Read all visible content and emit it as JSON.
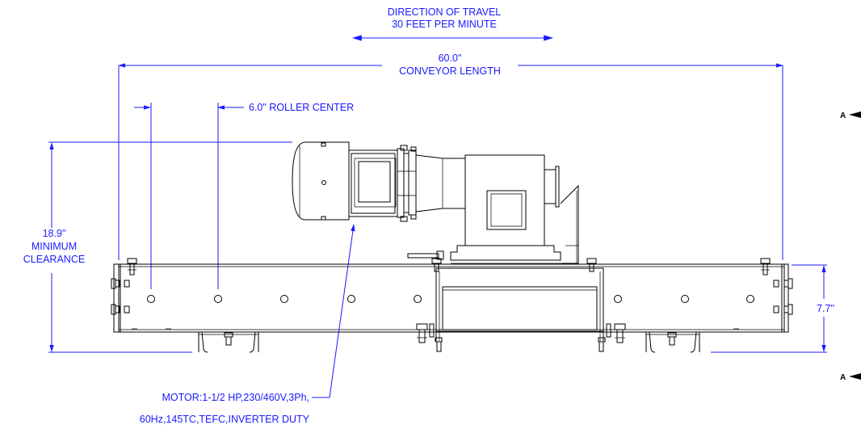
{
  "annotations": {
    "travel_line1": "DIRECTION OF TRAVEL",
    "travel_line2": "30 FEET PER MINUTE",
    "length_value": "60.0\"",
    "length_label": "CONVEYOR LENGTH",
    "roller_center": "6.0\" ROLLER CENTER",
    "clearance_value": "18.9\"",
    "clearance_label1": "MINIMUM",
    "clearance_label2": "CLEARANCE",
    "height_value": "7.7\"",
    "motor_line1": "MOTOR:1-1/2 HP,230/460V,3Ph,",
    "motor_line2": "60Hz,145TC,TEFC,INVERTER DUTY",
    "section_top": "A",
    "section_bottom": "A"
  },
  "colors": {
    "dimension": "#1a1aff",
    "outline": "#000000",
    "background": "#ffffff"
  }
}
